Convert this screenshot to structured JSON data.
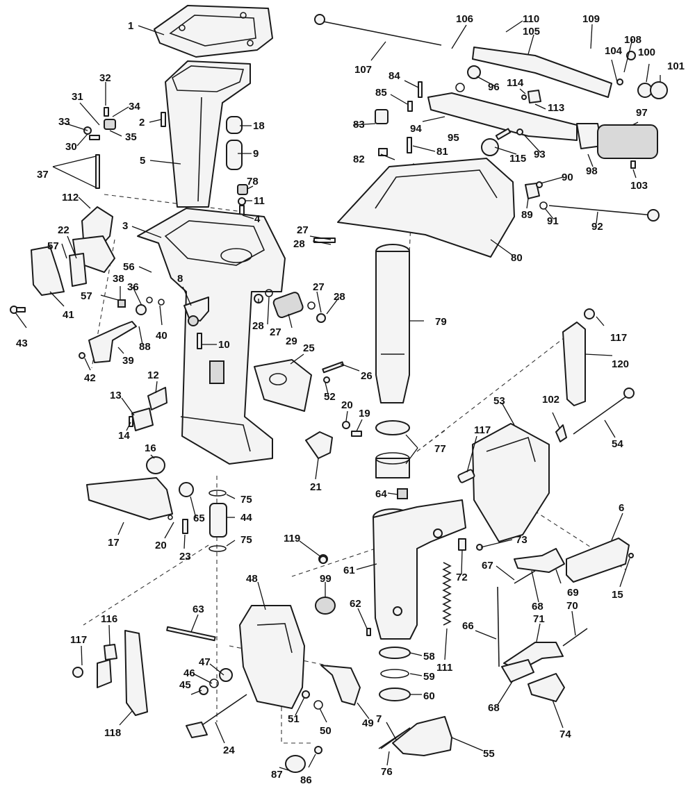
{
  "labels": {
    "l1": "1",
    "l2": "2",
    "l3": "3",
    "l4": "4",
    "l5": "5",
    "l6": "6",
    "l7": "7",
    "l8": "8",
    "l9": "9",
    "l10": "10",
    "l11": "11",
    "l12": "12",
    "l13": "13",
    "l14": "14",
    "l15": "15",
    "l16": "16",
    "l17": "17",
    "l18": "18",
    "l19": "19",
    "l20a": "20",
    "l20b": "20",
    "l21": "21",
    "l22": "22",
    "l23": "23",
    "l24": "24",
    "l25": "25",
    "l26": "26",
    "l27a": "27",
    "l27b": "27",
    "l27c": "27",
    "l28a": "28",
    "l28b": "28",
    "l28c": "28",
    "l29": "29",
    "l30": "30",
    "l31": "31",
    "l32": "32",
    "l33": "33",
    "l34": "34",
    "l35": "35",
    "l36": "36",
    "l37": "37",
    "l38": "38",
    "l39": "39",
    "l40": "40",
    "l41": "41",
    "l42": "42",
    "l43": "43",
    "l44": "44",
    "l45": "45",
    "l46": "46",
    "l47": "47",
    "l48": "48",
    "l49": "49",
    "l50": "50",
    "l51": "51",
    "l52": "52",
    "l53": "53",
    "l54": "54",
    "l55": "55",
    "l56": "56",
    "l57a": "57",
    "l57b": "57",
    "l58": "58",
    "l59": "59",
    "l60": "60",
    "l61": "61",
    "l62": "62",
    "l63": "63",
    "l64": "64",
    "l65": "65",
    "l66": "66",
    "l67": "67",
    "l68a": "68",
    "l68b": "68",
    "l69": "69",
    "l70": "70",
    "l71": "71",
    "l72": "72",
    "l73": "73",
    "l74": "74",
    "l75a": "75",
    "l75b": "75",
    "l76": "76",
    "l77": "77",
    "l78": "78",
    "l79": "79",
    "l80": "80",
    "l81": "81",
    "l82": "82",
    "l83": "83",
    "l84": "84",
    "l85": "85",
    "l86": "86",
    "l87": "87",
    "l88": "88",
    "l89": "89",
    "l90": "90",
    "l91": "91",
    "l92": "92",
    "l93": "93",
    "l94": "94",
    "l95": "95",
    "l96": "96",
    "l97": "97",
    "l98": "98",
    "l99": "99",
    "l100": "100",
    "l101": "101",
    "l102": "102",
    "l103": "103",
    "l104": "104",
    "l105": "105",
    "l106": "106",
    "l107": "107",
    "l108": "108",
    "l109": "109",
    "l110": "110",
    "l111": "111",
    "l112": "112",
    "l113": "113",
    "l114": "114",
    "l115": "115",
    "l116": "116",
    "l117a": "117",
    "l117b": "117",
    "l117c": "117",
    "l118": "118",
    "l119": "119",
    "l120": "120"
  }
}
